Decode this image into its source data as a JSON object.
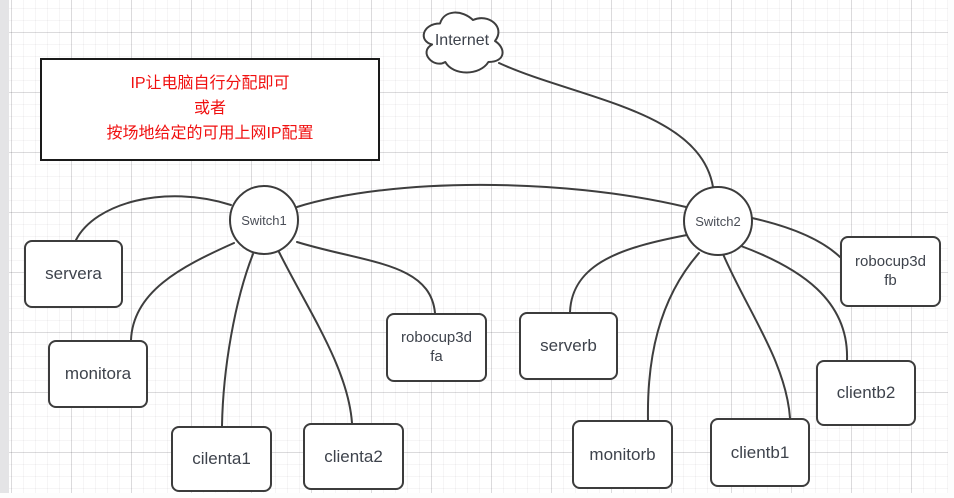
{
  "diagram": {
    "type": "network-topology",
    "note": {
      "line1": "IP让电脑自行分配即可",
      "line2": "或者",
      "line3": "按场地给定的可用上网IP配置"
    },
    "nodes": {
      "internet": {
        "label": "Internet"
      },
      "switch1": {
        "label": "Switch1"
      },
      "switch2": {
        "label": "Switch2"
      },
      "servera": {
        "label": "servera"
      },
      "monitora": {
        "label": "monitora"
      },
      "cilenta1": {
        "label": "cilenta1"
      },
      "clienta2": {
        "label": "clienta2"
      },
      "robocup3dfa": {
        "line1": "robocup3d",
        "line2": "fa"
      },
      "serverb": {
        "label": "serverb"
      },
      "monitorb": {
        "label": "monitorb"
      },
      "clientb1": {
        "label": "clientb1"
      },
      "clientb2": {
        "label": "clientb2"
      },
      "robocup3dfb": {
        "line1": "robocup3d",
        "line2": "fb"
      }
    },
    "edges": [
      {
        "from": "Internet",
        "to": "Switch2"
      },
      {
        "from": "Switch1",
        "to": "Switch2"
      },
      {
        "from": "Switch1",
        "to": "servera"
      },
      {
        "from": "Switch1",
        "to": "monitora"
      },
      {
        "from": "Switch1",
        "to": "cilenta1"
      },
      {
        "from": "Switch1",
        "to": "clienta2"
      },
      {
        "from": "Switch1",
        "to": "robocup3dfa"
      },
      {
        "from": "Switch2",
        "to": "serverb"
      },
      {
        "from": "Switch2",
        "to": "monitorb"
      },
      {
        "from": "Switch2",
        "to": "clientb1"
      },
      {
        "from": "Switch2",
        "to": "clientb2"
      },
      {
        "from": "Switch2",
        "to": "robocup3dfb"
      }
    ],
    "colors": {
      "stroke": "#3e3e3e",
      "note_text": "#f01010",
      "label": "#3e434c",
      "background": "#ffffff"
    }
  }
}
